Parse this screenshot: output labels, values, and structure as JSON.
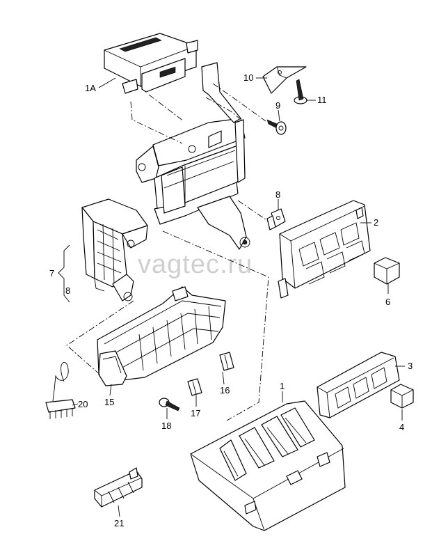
{
  "watermark": "vagtec.ru",
  "callouts": {
    "1A": "1A",
    "1": "1",
    "2": "2",
    "3": "3",
    "4": "4",
    "6": "6",
    "7": "7",
    "8a": "8",
    "8b": "8",
    "9": "9",
    "10": "10",
    "11": "11",
    "15": "15",
    "16": "16",
    "17": "17",
    "18": "18",
    "20": "20",
    "21": "21"
  }
}
